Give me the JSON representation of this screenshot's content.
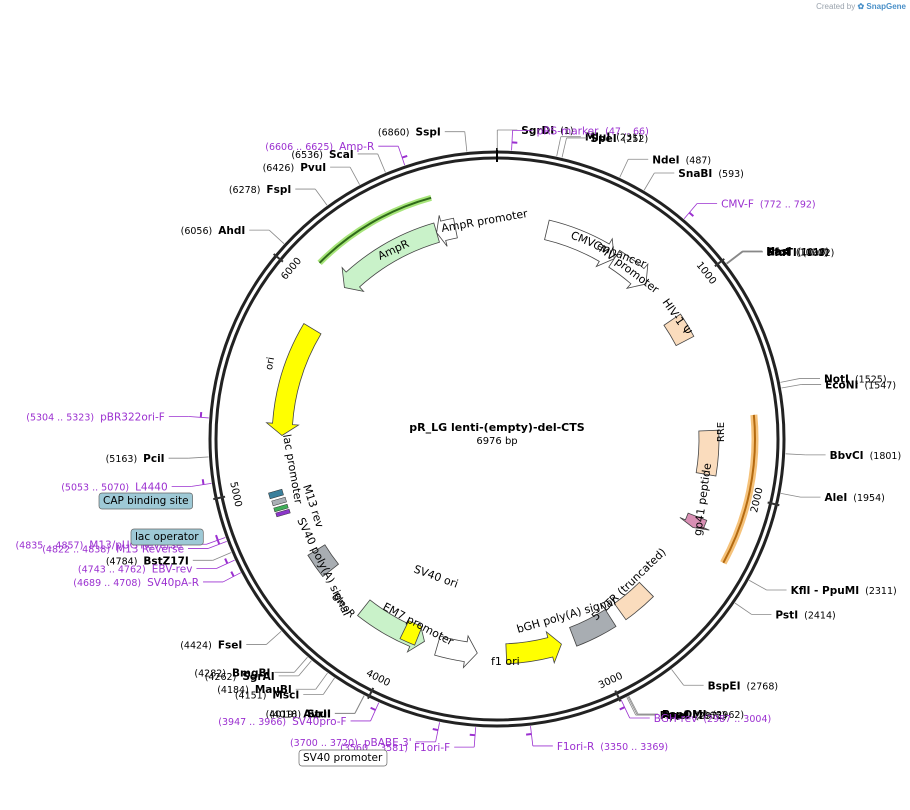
{
  "credit": {
    "prefix": "Created by",
    "brand": "SnapGene"
  },
  "plasmid": {
    "name": "pR_LG lenti-(empty)-del-CTS",
    "size_label": "6976 bp",
    "length": 6976
  },
  "colors": {
    "enzyme": "#000000",
    "primer": "#9b30d0",
    "backbone": "#222222",
    "ticks": "#333333"
  },
  "ticks": [
    {
      "pos": 1000,
      "label": "1000"
    },
    {
      "pos": 2000,
      "label": "2000"
    },
    {
      "pos": 3000,
      "label": "3000"
    },
    {
      "pos": 4000,
      "label": "4000"
    },
    {
      "pos": 5000,
      "label": "5000"
    },
    {
      "pos": 6000,
      "label": "6000"
    }
  ],
  "enzymes": [
    {
      "name": "SgrDI",
      "coord": "(1)",
      "pos": 1
    },
    {
      "name": "SspI",
      "coord": "(6860)",
      "pos": 6860
    },
    {
      "name": "MluI",
      "coord": "(231)",
      "pos": 231
    },
    {
      "name": "SpeI",
      "coord": "(252)",
      "pos": 252
    },
    {
      "name": "NdeI",
      "coord": "(487)",
      "pos": 487
    },
    {
      "name": "SnaBI",
      "coord": "(593)",
      "pos": 593
    },
    {
      "name": "ScaI",
      "coord": "(6536)",
      "pos": 6536
    },
    {
      "name": "PvuI",
      "coord": "(6426)",
      "pos": 6426
    },
    {
      "name": "FspI",
      "coord": "(6278)",
      "pos": 6278
    },
    {
      "name": "AhdI",
      "coord": "(6056)",
      "pos": 6056
    },
    {
      "name": "KasI",
      "coord": "(1018)",
      "pos": 1018
    },
    {
      "name": "NarI",
      "coord": "(1019)",
      "pos": 1019
    },
    {
      "name": "SfoI",
      "coord": "(1020)",
      "pos": 1020
    },
    {
      "name": "PluTI",
      "coord": "(1022)",
      "pos": 1022
    },
    {
      "name": "NotI",
      "coord": "(1525)",
      "pos": 1525
    },
    {
      "name": "EcoNI",
      "coord": "(1547)",
      "pos": 1547
    },
    {
      "name": "BbvCI",
      "coord": "(1801)",
      "pos": 1801
    },
    {
      "name": "AleI",
      "coord": "(1954)",
      "pos": 1954
    },
    {
      "name": "KflI - PpuMI",
      "coord": "(2311)",
      "pos": 2311
    },
    {
      "name": "PstI",
      "coord": "(2414)",
      "pos": 2414
    },
    {
      "name": "BspEI",
      "coord": "(2768)",
      "pos": 2768
    },
    {
      "name": "PspOMI",
      "coord": "(2962)",
      "pos": 2962
    },
    {
      "name": "ApaI",
      "coord": "(2966)",
      "pos": 2966
    },
    {
      "name": "PmeI",
      "coord": "(2971)",
      "pos": 2971
    },
    {
      "name": "PciI",
      "coord": "(5163)",
      "pos": 5163
    },
    {
      "name": "BstZ17I",
      "coord": "(4784)",
      "pos": 4784
    },
    {
      "name": "FseI",
      "coord": "(4424)",
      "pos": 4424
    },
    {
      "name": "BmgBI",
      "coord": "(4282)",
      "pos": 4282
    },
    {
      "name": "SgrAI",
      "coord": "(4262)",
      "pos": 4262
    },
    {
      "name": "MauBI",
      "coord": "(4184)",
      "pos": 4184
    },
    {
      "name": "MscI",
      "coord": "(4151)",
      "pos": 4151
    },
    {
      "name": "AvrII",
      "coord": "(4019)",
      "pos": 4019
    },
    {
      "name": "StuI",
      "coord": "(4018)",
      "pos": 4018
    }
  ],
  "primers": [
    {
      "name": "pRS-marker",
      "coord": "(47 .. 66)",
      "pos": 56
    },
    {
      "name": "Amp-R",
      "coord": "(6606 .. 6625)",
      "pos": 6615
    },
    {
      "name": "CMV-F",
      "coord": "(772 .. 792)",
      "pos": 782
    },
    {
      "name": "pBR322ori-F",
      "coord": "(5304 .. 5323)",
      "pos": 5313
    },
    {
      "name": "L4440",
      "coord": "(5053 .. 5070)",
      "pos": 5061
    },
    {
      "name": "M13/pUC Reverse",
      "coord": "(4835 .. 4857)",
      "pos": 4846
    },
    {
      "name": "M13 Reverse",
      "coord": "(4822 .. 4838)",
      "pos": 4830
    },
    {
      "name": "EBV-rev",
      "coord": "(4743 .. 4762)",
      "pos": 4752
    },
    {
      "name": "SV40pA-R",
      "coord": "(4689 .. 4708)",
      "pos": 4698
    },
    {
      "name": "SV40pro-F",
      "coord": "(3947 .. 3966)",
      "pos": 3956
    },
    {
      "name": "pBABE 3'",
      "coord": "(3700 .. 3720)",
      "pos": 3710
    },
    {
      "name": "F1ori-F",
      "coord": "(3560 .. 3581)",
      "pos": 3570
    },
    {
      "name": "F1ori-R",
      "coord": "(3350 .. 3369)",
      "pos": 3359
    },
    {
      "name": "BGH-rev",
      "coord": "(2987 .. 3004)",
      "pos": 2995
    }
  ],
  "boxed_labels": [
    {
      "name": "CAP binding site",
      "fill": "#9ec9d6"
    },
    {
      "name": "lac operator",
      "fill": "#9ec9d6"
    },
    {
      "name": "SV40 promoter",
      "fill": "#ffffff"
    }
  ],
  "features": [
    {
      "name": "AmpR",
      "type": "arrow",
      "dir": "ccw",
      "start": 6660,
      "end": 6100,
      "fill": "#c9f2c9"
    },
    {
      "name": "AmpR promoter",
      "type": "arrow",
      "dir": "ccw",
      "start": 6760,
      "end": 6660,
      "fill": "#ffffff"
    },
    {
      "name": "CMV enhancer",
      "type": "arrow",
      "dir": "cw",
      "start": 260,
      "end": 640,
      "fill": "#ffffff"
    },
    {
      "name": "CMV promoter",
      "type": "arrow",
      "dir": "cw",
      "start": 640,
      "end": 850,
      "fill": "#ffffff"
    },
    {
      "name": "HIV-1 Ψ",
      "type": "box",
      "start": 1080,
      "end": 1210,
      "fill": "#fadcbd"
    },
    {
      "name": "RRE",
      "type": "box",
      "start": 1700,
      "end": 1930,
      "fill": "#fadcbd"
    },
    {
      "name": "gp41 peptide",
      "type": "arrow",
      "dir": "cw",
      "start": 2155,
      "end": 2215,
      "fill": "#d98fb4"
    },
    {
      "name": "5' LTR (truncated)",
      "type": "box",
      "start": 2620,
      "end": 2800,
      "fill": "#fadcbd"
    },
    {
      "name": "bGH poly(A) signal",
      "type": "box",
      "start": 2860,
      "end": 3080,
      "fill": "#a8adb2"
    },
    {
      "name": "f1 ori",
      "type": "arrow",
      "dir": "ccw",
      "start": 3440,
      "end": 3150,
      "fill": "#ffff00"
    },
    {
      "name": "EM7 promoter",
      "type": "arrow",
      "dir": "ccw",
      "start": 3800,
      "end": 3590,
      "fill": "#ffffff"
    },
    {
      "name": "BleoR",
      "type": "arrow",
      "dir": "ccw",
      "start": 4230,
      "end": 3870,
      "fill": "#c9f2c9"
    },
    {
      "name": "SV40 ori",
      "type": "box",
      "start": 3910,
      "end": 3990,
      "fill": "#ffff00"
    },
    {
      "name": "SV40 poly(A) signal",
      "type": "box",
      "start": 4490,
      "end": 4620,
      "fill": "#a8adb2"
    },
    {
      "name": "ori",
      "type": "arrow",
      "dir": "ccw",
      "start": 5830,
      "end": 5250,
      "fill": "#ffff00"
    }
  ],
  "feature_labels": {
    "cmv_enhancer": "CMV enhancer",
    "cmv_promoter": "CMV promoter",
    "hiv": "HIV-1 Ψ",
    "rre": "RRE",
    "gp41": "gp41 peptide",
    "ltr": "5' LTR (truncated)",
    "bgh": "bGH poly(A) signal",
    "f1ori": "f1 ori",
    "em7": "EM7 promoter",
    "bleor": "BleoR",
    "sv40ori": "SV40 ori",
    "sv40pa": "SV40 poly(A) signal",
    "m13rev": "M13 rev",
    "lacpromoter": "lac promoter",
    "ori": "ori",
    "ampr": "AmpR",
    "ampr_promoter": "AmpR promoter"
  }
}
